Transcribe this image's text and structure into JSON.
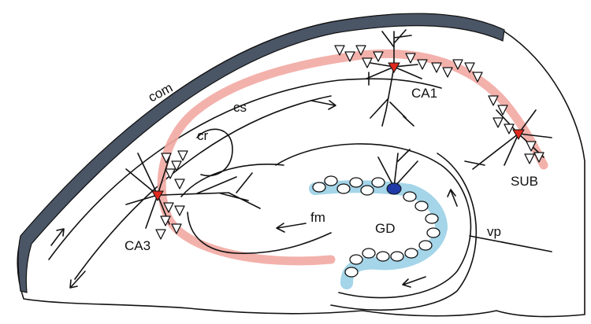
{
  "labels": {
    "com": "com",
    "cs": "cs",
    "cr": "cr",
    "ca1": "CA1",
    "ca3": "CA3",
    "sub": "SUB",
    "fm": "fm",
    "gd": "GD",
    "vp": "vp"
  },
  "colors": {
    "outline": "#111111",
    "edge_band": "#4a5566",
    "pathway_pink": "#f2a9a2",
    "dentate_blue": "#9fd3e8",
    "pyramidal_red": "#e0281e",
    "granule_blue": "#1f3aa8"
  }
}
